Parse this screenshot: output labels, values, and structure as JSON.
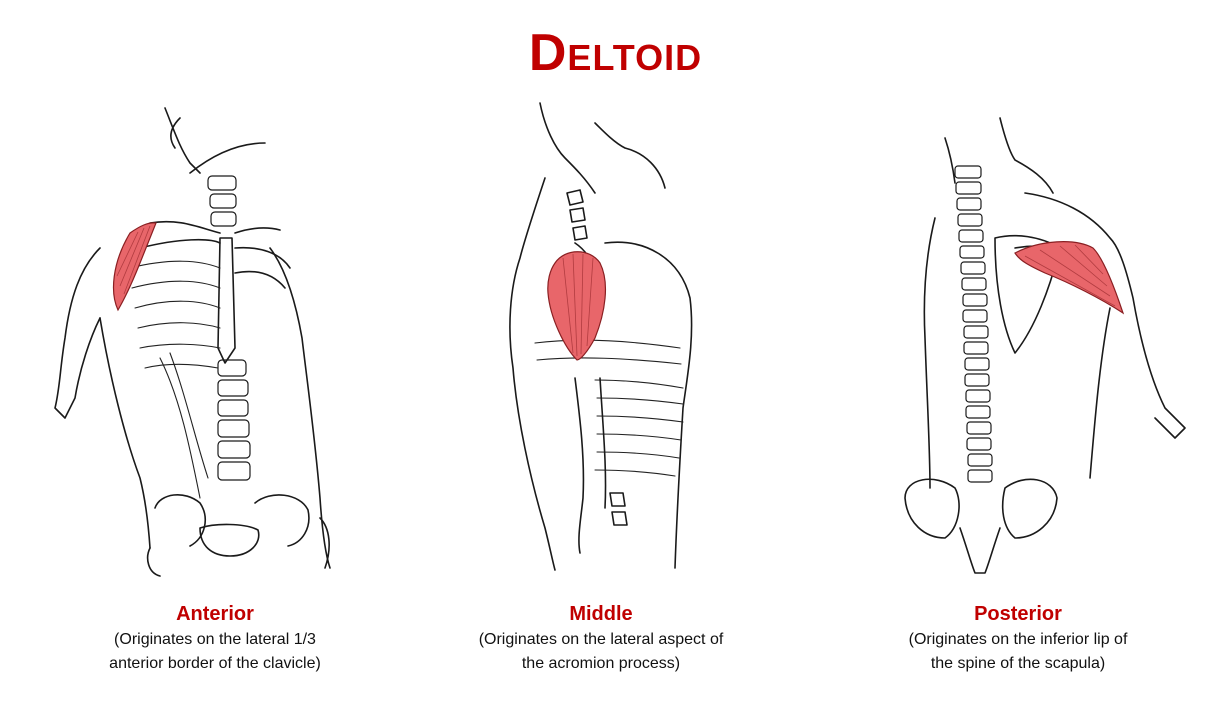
{
  "title": "Deltoid",
  "colors": {
    "accent": "#c00000",
    "muscle": "#e8666a",
    "ink": "#1a1a1a"
  },
  "panels": [
    {
      "heading": "Anterior",
      "description_line1": "(Originates on the lateral 1/3",
      "description_line2": "anterior border of the clavicle)"
    },
    {
      "heading": "Middle",
      "description_line1": "(Originates on the lateral aspect of",
      "description_line2": "the acromion process)"
    },
    {
      "heading": "Posterior",
      "description_line1": "(Originates on the inferior lip of",
      "description_line2": "the spine of the scapula)"
    }
  ]
}
